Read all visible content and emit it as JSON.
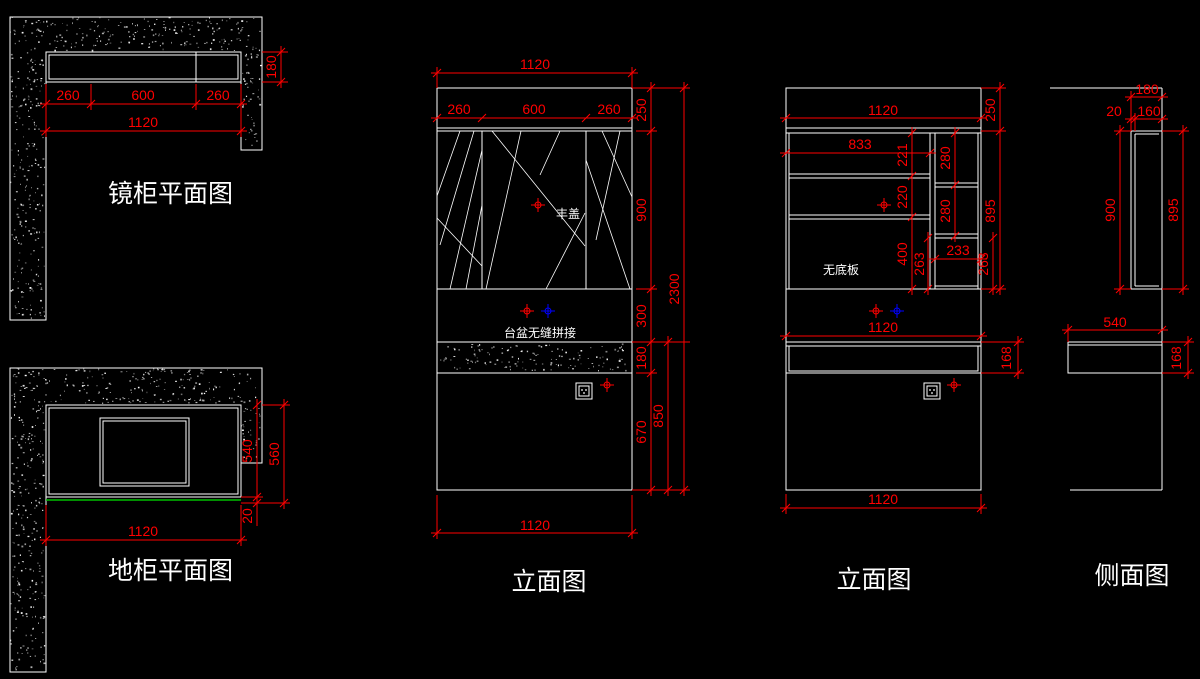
{
  "drawing": {
    "background": "#000000",
    "line_color": "#ffffff",
    "dimension_color": "#ff0000",
    "water_point_color": "#0000ff",
    "floor_line_color": "#00c000"
  },
  "mirror_cabinet_plan": {
    "title": "镜柜平面图",
    "dims": {
      "depth": "180",
      "left": "260",
      "middle": "600",
      "right": "260",
      "total": "1120"
    }
  },
  "base_cabinet_plan": {
    "title": "地柜平面图",
    "dims": {
      "cabinet_depth": "540",
      "total_depth": "560",
      "gap": "20",
      "width": "1120"
    }
  },
  "front_elevation": {
    "title": "立面图",
    "labels": {
      "half_cover": "丰盖",
      "basin_joint": "台盆无缝拼接"
    },
    "dims": {
      "top_width": "1120",
      "left": "260",
      "middle": "600",
      "right": "260",
      "top_strip": "250",
      "mirror": "900",
      "gap": "300",
      "counter": "180",
      "base": "670",
      "counter_to_floor": "850",
      "overall_height": "2300",
      "bottom_width": "1120"
    }
  },
  "interior_elevation": {
    "title": "立面图",
    "labels": {
      "no_bottom_panel": "无底板"
    },
    "dims": {
      "top_width": "1120",
      "top_strip": "250",
      "left_bay_width": "833",
      "shelf_1": "221",
      "shelf_2": "220",
      "shelf_3": "400",
      "right_shelf_1": "280",
      "right_shelf_2": "280",
      "right_shelf_3": "263",
      "right_bay_width": "233",
      "right_bottom": "263",
      "mirror_height": "895",
      "mid_width": "1120",
      "drawer": "168",
      "bottom_width": "1120"
    }
  },
  "side_elevation": {
    "title": "侧面图",
    "dims": {
      "top_depth": "180",
      "back_gap": "20",
      "cabinet_depth": "160",
      "mirror_height": "900",
      "cabinet_height": "895",
      "counter_depth": "540",
      "counter_thickness": "168"
    }
  },
  "symbols": {
    "electrical_point": "red-cross-icon",
    "water_point": "blue-cross-icon",
    "socket": "socket-icon"
  }
}
